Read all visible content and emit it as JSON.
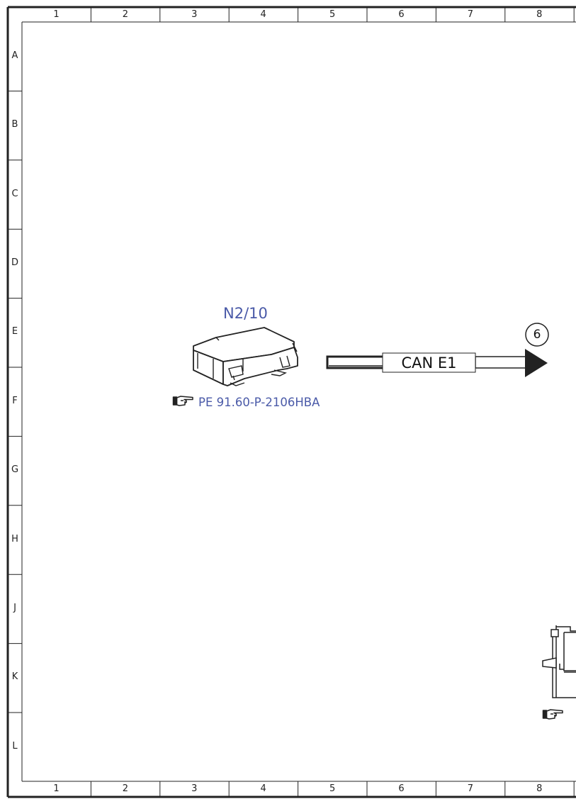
{
  "grid": {
    "columns": [
      "1",
      "2",
      "3",
      "4",
      "5",
      "6",
      "7",
      "8"
    ],
    "rows": [
      "A",
      "B",
      "C",
      "D",
      "E",
      "F",
      "G",
      "H",
      "J",
      "K",
      "L"
    ]
  },
  "component": {
    "id": "N2/10",
    "reference": "PE 91.60-P-2106HBA",
    "icon": "pointing-hand-icon"
  },
  "bus": {
    "label": "CAN E1",
    "connector_number": "6"
  },
  "colors": {
    "label_blue": "#4a5aa8",
    "line": "#222222"
  }
}
